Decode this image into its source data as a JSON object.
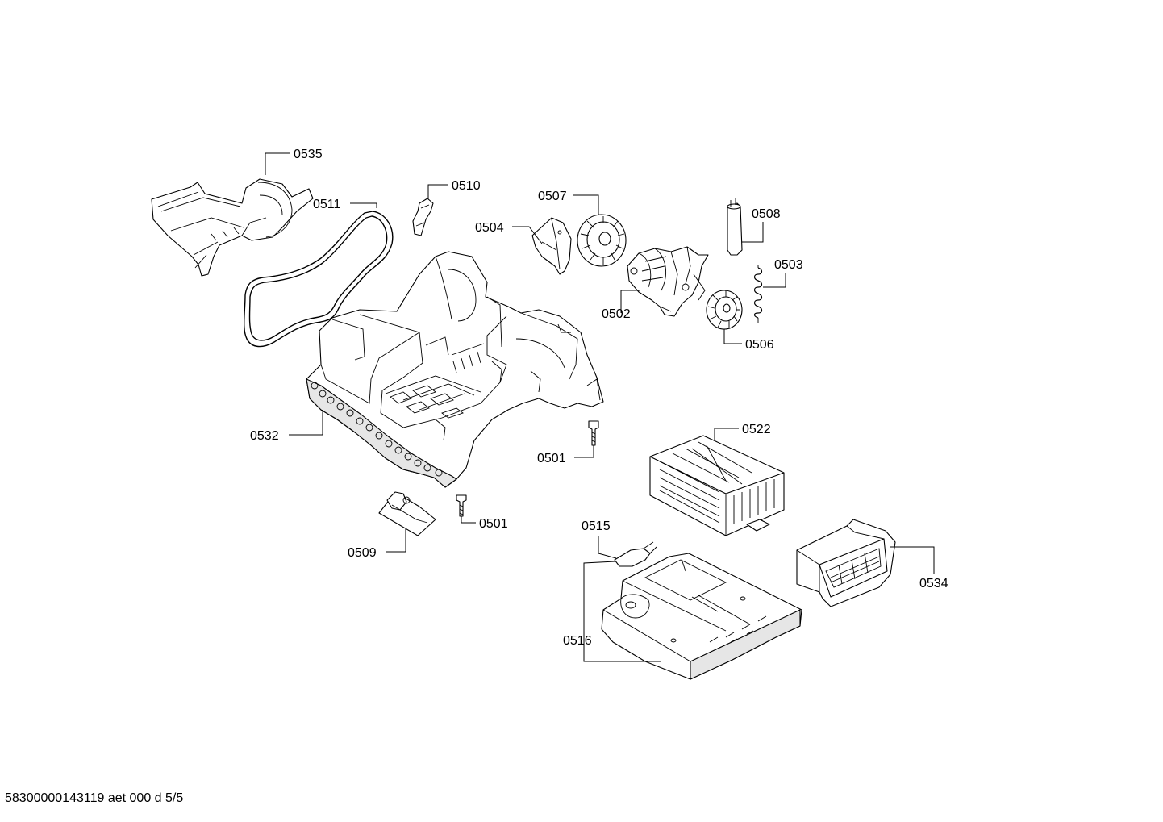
{
  "document_code": "58300000143119 aet 000 d 5/5",
  "parts": {
    "p0535": "0535",
    "p0510": "0510",
    "p0511": "0511",
    "p0507": "0507",
    "p0504": "0504",
    "p0508": "0508",
    "p0503": "0503",
    "p0502": "0502",
    "p0506": "0506",
    "p0522": "0522",
    "p0532": "0532",
    "p0501a": "0501",
    "p0501b": "0501",
    "p0515": "0515",
    "p0509": "0509",
    "p0534": "0534",
    "p0516": "0516"
  }
}
